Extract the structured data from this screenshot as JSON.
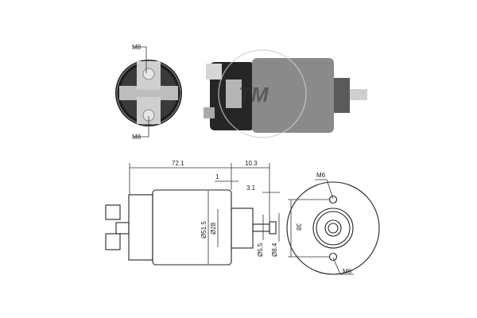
{
  "photo_labels": {
    "end_top": "M8",
    "end_bottom": "M8"
  },
  "logo_text": "TM",
  "dimensions": {
    "overall_length": "72.1",
    "plunger_length": "10.3",
    "flange": "1",
    "shaft_step": "3.1",
    "body_diameter": "Ø51.5",
    "nose_diameter": "Ø28",
    "shaft_diameter": "Ø5.5",
    "tip_diameter": "Ø8.4",
    "hole_spacing": "38",
    "hole_top": "M6",
    "hole_bottom": "M6"
  },
  "colors": {
    "body": "#8a8a8a",
    "dark": "#2a2a2a",
    "line": "#333333"
  }
}
